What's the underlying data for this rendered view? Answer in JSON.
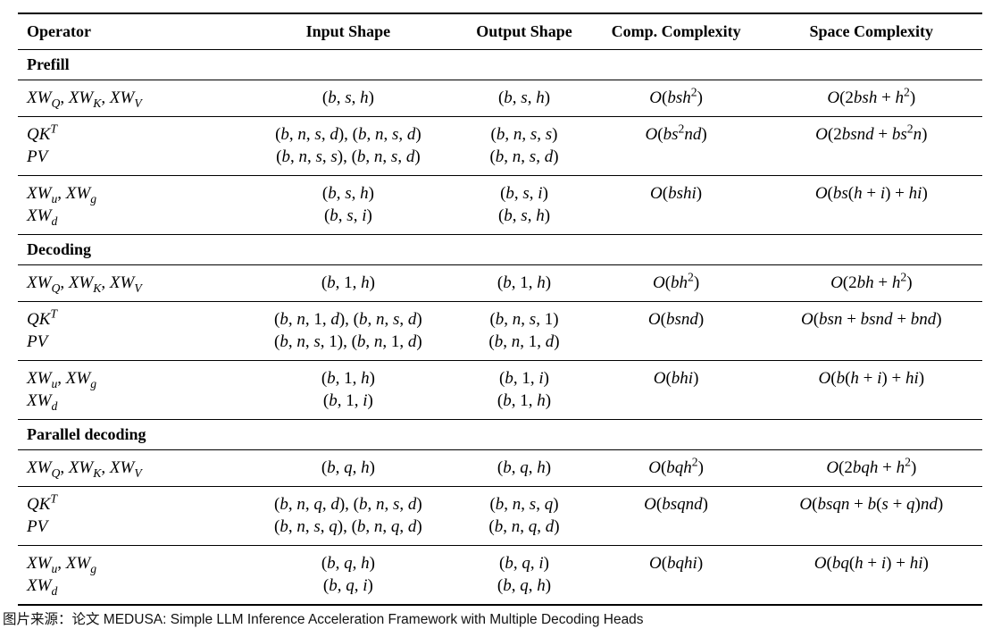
{
  "table": {
    "headers": [
      "Operator",
      "Input Shape",
      "Output Shape",
      "Comp. Complexity",
      "Space Complexity"
    ],
    "sections": [
      {
        "title": "Prefill",
        "rows": [
          {
            "operator": [
              "XW_{Q}, XW_{K}, XW_{V}"
            ],
            "input": [
              "(b, s, h)"
            ],
            "output": [
              "(b, s, h)"
            ],
            "comp": [
              "O(bsh^{2})"
            ],
            "space": [
              "O(2bsh + h^{2})"
            ]
          },
          {
            "operator": [
              "QK^{T}",
              "PV"
            ],
            "input": [
              "(b, n, s, d), (b, n, s, d)",
              "(b, n, s, s), (b, n, s, d)"
            ],
            "output": [
              "(b, n, s, s)",
              "(b, n, s, d)"
            ],
            "comp": [
              "O(bs^{2}nd)"
            ],
            "space": [
              "O(2bsnd + bs^{2}n)"
            ]
          },
          {
            "operator": [
              "XW_{u}, XW_{g}",
              "XW_{d}"
            ],
            "input": [
              "(b, s, h)",
              "(b, s, i)"
            ],
            "output": [
              "(b, s, i)",
              "(b, s, h)"
            ],
            "comp": [
              "O(bshi)"
            ],
            "space": [
              "O(bs(h + i) + hi)"
            ]
          }
        ]
      },
      {
        "title": "Decoding",
        "rows": [
          {
            "operator": [
              "XW_{Q}, XW_{K}, XW_{V}"
            ],
            "input": [
              "(b, 1, h)"
            ],
            "output": [
              "(b, 1, h)"
            ],
            "comp": [
              "O(bh^{2})"
            ],
            "space": [
              "O(2bh + h^{2})"
            ]
          },
          {
            "operator": [
              "QK^{T}",
              "PV"
            ],
            "input": [
              "(b, n, 1, d), (b, n, s, d)",
              "(b, n, s, 1), (b, n, 1, d)"
            ],
            "output": [
              "(b, n, s, 1)",
              "(b, n, 1, d)"
            ],
            "comp": [
              "O(bsnd)"
            ],
            "space": [
              "O(bsn + bsnd + bnd)"
            ]
          },
          {
            "operator": [
              "XW_{u}, XW_{g}",
              "XW_{d}"
            ],
            "input": [
              "(b, 1, h)",
              "(b, 1, i)"
            ],
            "output": [
              "(b, 1, i)",
              "(b, 1, h)"
            ],
            "comp": [
              "O(bhi)"
            ],
            "space": [
              "O(b(h + i) + hi)"
            ]
          }
        ]
      },
      {
        "title": "Parallel decoding",
        "rows": [
          {
            "operator": [
              "XW_{Q}, XW_{K}, XW_{V}"
            ],
            "input": [
              "(b, q, h)"
            ],
            "output": [
              "(b, q, h)"
            ],
            "comp": [
              "O(bqh^{2})"
            ],
            "space": [
              "O(2bqh + h^{2})"
            ]
          },
          {
            "operator": [
              "QK^{T}",
              "PV"
            ],
            "input": [
              "(b, n, q, d), (b, n, s, d)",
              "(b, n, s, q), (b, n, q, d)"
            ],
            "output": [
              "(b, n, s, q)",
              "(b, n, q, d)"
            ],
            "comp": [
              "O(bsqnd)"
            ],
            "space": [
              "O(bsqn + b(s + q)nd)"
            ]
          },
          {
            "operator": [
              "XW_{u}, XW_{g}",
              "XW_{d}"
            ],
            "input": [
              "(b, q, h)",
              "(b, q, i)"
            ],
            "output": [
              "(b, q, i)",
              "(b, q, h)"
            ],
            "comp": [
              "O(bqhi)"
            ],
            "space": [
              "O(bq(h + i) + hi)"
            ]
          }
        ]
      }
    ]
  },
  "caption": "图片来源：论文 MEDUSA: Simple LLM Inference Acceleration Framework with Multiple Decoding Heads",
  "colors": {
    "text": "#000000",
    "caption_text": "#111111",
    "background": "#ffffff",
    "rule": "#000000"
  }
}
